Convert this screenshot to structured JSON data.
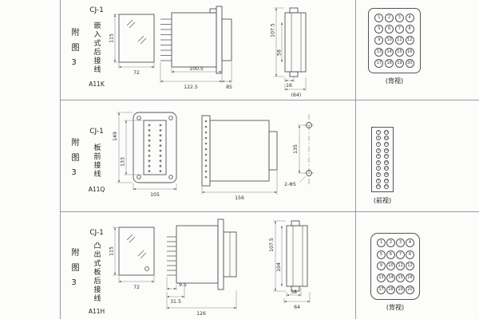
{
  "colors": {
    "grid_line": "#9a9a9a",
    "drawing_line": "#555555"
  },
  "rows": [
    {
      "appendix": "附图3",
      "model_top": "CJ-1",
      "model_chars": "嵌入式后接线",
      "model_code": "A11K",
      "front": {
        "h": "115",
        "w": "72"
      },
      "side": {
        "inner": "100.5",
        "total": "122.5",
        "rear": "85"
      },
      "rear": {
        "h_outer": "107.5",
        "h_inner": "58",
        "step": "16",
        "overall": "(64)"
      },
      "terminal": {
        "label": "(背视)",
        "pins": [
          "1",
          "2",
          "3",
          "4",
          "5",
          "6",
          "7",
          "8",
          "9",
          "10",
          "11",
          "12",
          "13",
          "14",
          "15",
          "16",
          "17",
          "18",
          "19",
          "20"
        ]
      }
    },
    {
      "appendix": "附图3",
      "model_top": "CJ-1",
      "model_chars": "板前接线",
      "model_code": "A11Q",
      "front": {
        "h_outer": "149",
        "h_inner": "133",
        "w": "105"
      },
      "side": {
        "total": "156"
      },
      "drill": {
        "spacing": "135",
        "holes": "2-Φ5"
      },
      "terminal": {
        "label": "(前视)",
        "pins": [
          "1",
          "2",
          "3",
          "4",
          "5",
          "6",
          "7",
          "8",
          "9",
          "10",
          "11",
          "12",
          "13",
          "14",
          "15",
          "16",
          "17",
          "18",
          "19",
          "20"
        ]
      }
    },
    {
      "appendix": "附图3",
      "model_top": "CJ-1",
      "model_chars": "凸出式板后接线",
      "model_code": "A11H",
      "front": {
        "h": "115",
        "w": "72"
      },
      "side": {
        "pin": "9.5",
        "front_depth": "31.5",
        "total": "126"
      },
      "rear": {
        "h_outer": "107.5",
        "h_inner": "104",
        "step": "58",
        "overall": "64"
      },
      "terminal": {
        "label": "(背视)",
        "pins": [
          "1",
          "2",
          "3",
          "4",
          "5",
          "6",
          "7",
          "8",
          "9",
          "10",
          "11",
          "12",
          "13",
          "14",
          "15",
          "16",
          "17",
          "18",
          "19",
          "20"
        ]
      }
    }
  ]
}
